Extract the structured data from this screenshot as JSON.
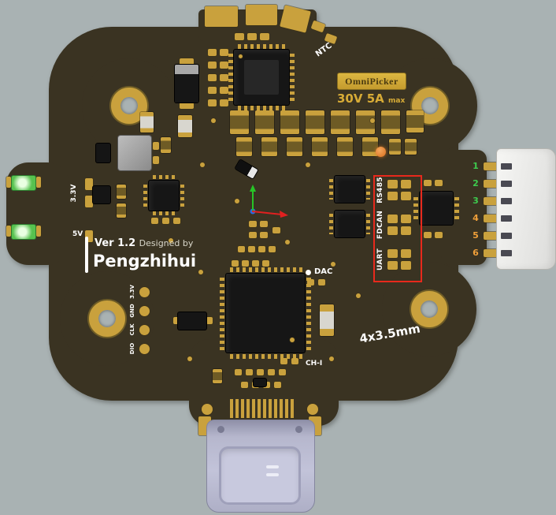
{
  "labels": {
    "ntc": "NTC",
    "omnipicker": "OmniPicker",
    "power": "30V 5A",
    "power_max": "max",
    "rail_3v3": "3.3V",
    "rail_5v": "5V",
    "version": "Ver 1.2",
    "designed_by": "Designed by",
    "designer": "Pengzhihui",
    "dac": "DAC",
    "ch_i": "CH-I",
    "mounting": "4x3.5mm"
  },
  "interfaces": [
    "RS485",
    "FDCAN",
    "UART"
  ],
  "debug_pads": [
    "3.3V",
    "GND",
    "CLK",
    "DIO"
  ],
  "connector": {
    "pins": [
      {
        "label": "1",
        "color": "#3ecb4e"
      },
      {
        "label": "2",
        "color": "#3ecb4e"
      },
      {
        "label": "3",
        "color": "#3ecb4e"
      },
      {
        "label": "4",
        "color": "#f0a03a"
      },
      {
        "label": "5",
        "color": "#f0a03a"
      },
      {
        "label": "6",
        "color": "#f0a03a"
      }
    ]
  },
  "colors": {
    "background": "#a9b2b3",
    "board": "#3a3322",
    "gold": "#c9a13d",
    "highlight_box": "#e8291c",
    "usb_shell": "#b6b7cd",
    "connector_body": "#ececea",
    "led_green": "#57c24f",
    "indicator_orange": "#d96f1e"
  }
}
